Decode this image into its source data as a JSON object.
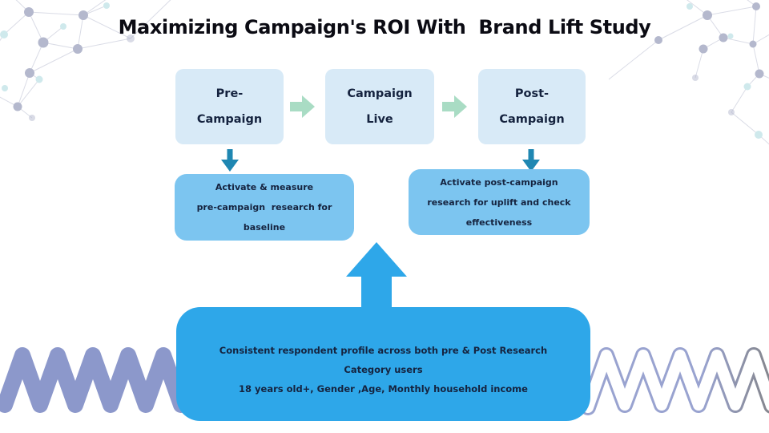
{
  "title": "Maximizing Campaign's ROI With  Brand Lift Study",
  "stages": [
    {
      "line1": "Pre-",
      "line2": "Campaign"
    },
    {
      "line1": "Campaign",
      "line2": "Live"
    },
    {
      "line1": "Post-",
      "line2": "Campaign"
    }
  ],
  "details": [
    {
      "line1": "Activate & measure",
      "line2": "pre-campaign  research for",
      "line3": "baseline"
    },
    {
      "line1": "Activate post-campaign",
      "line2": "research for uplift and check",
      "line3": "effectiveness"
    }
  ],
  "base": {
    "line1": "Consistent respondent profile across both pre & Post Research",
    "line2": "Category users",
    "line3": "18 years old+, Gender ,Age, Monthly household income"
  },
  "icons": {
    "stage_transition": "right-arrow-icon",
    "stage_to_detail": "down-arrow-icon",
    "base_to_flow": "up-arrow-icon",
    "background_left": "network-graph",
    "background_right": "network-graph",
    "bottom_left": "zigzag-wave-solid",
    "bottom_right": "zigzag-wave-outline"
  },
  "colors": {
    "title": "#0b0b13",
    "stage_box": "#d8eaf7",
    "detail_box": "#7cc5f0",
    "base_box": "#2ea7e9",
    "next_arrow": "#a9dcc4",
    "down_arrow": "#1f87b2",
    "text_dark": "#15233f",
    "zigzag": "#8c98cb"
  }
}
